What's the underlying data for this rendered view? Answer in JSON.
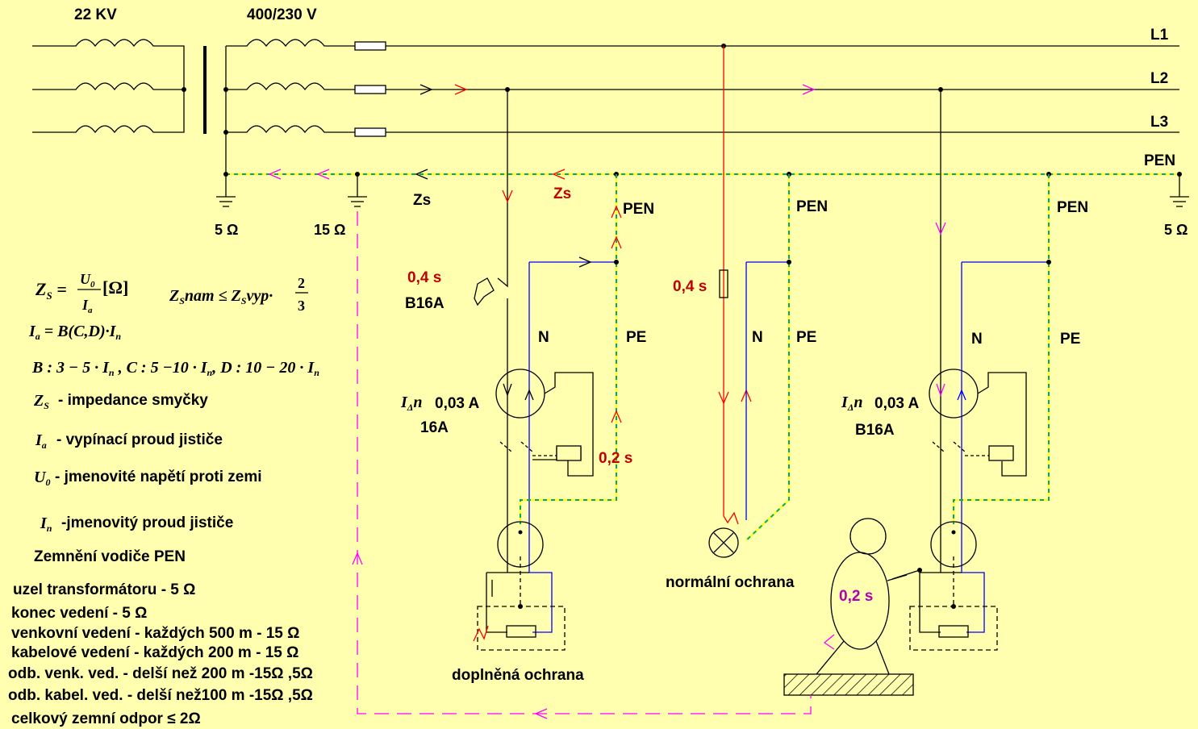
{
  "header": {
    "primary_voltage": "22 KV",
    "secondary_voltage": "400/230 V"
  },
  "lines": {
    "l1": "L1",
    "l2": "L2",
    "l3": "L3",
    "pen": "PEN"
  },
  "earthing": {
    "r_transformer": "5 Ω",
    "r_line": "15 Ω",
    "r_end": "5 Ω"
  },
  "loop": {
    "zs_black": "Zs",
    "zs_red": "Zs"
  },
  "branches": {
    "pen_label": "PEN",
    "n_label": "N",
    "pe_label": "PE",
    "b1_time": "0,4 s",
    "b1_breaker": "B16A",
    "b1_rcd": "0,03 A",
    "b1_rcd_rating": "16A",
    "b1_rcd_time": "0,2 s",
    "b1_caption": "doplněná ochrana",
    "b2_time": "0,4 s",
    "b2_caption": "normální ochrana",
    "b3_rcd": "0,03 A",
    "b3_rcd_rating": "B16A",
    "person_time": "0,2 s"
  },
  "legend": {
    "zs_def": "- impedance smyčky",
    "ia_def": "- vypínací proud jističe",
    "u0_def": "- jmenovité napětí proti zemi",
    "in_def": "-jmenovitý proud jističe",
    "pen_heading": "Zemnění vodiče PEN",
    "items": [
      "uzel transformátoru - 5 Ω",
      "konec vedení - 5 Ω",
      "venkovní vedení - každých 500 m - 15 Ω",
      "kabelové vedení - každých 200 m - 15 Ω",
      "odb. venk. ved. - delší než 200 m -15Ω ,5Ω",
      "odb. kabel. ved. - delší než100 m -15Ω ,5Ω",
      "celkový zemní odpor ≤ 2Ω"
    ]
  },
  "colors": {
    "background": "#FFFFAF",
    "pen_dash_a": "#00B050",
    "pen_dash_b": "#FFFF00",
    "n_wire": "#0000FF",
    "fault_path": "#FF0000",
    "person_path": "#FF00FF"
  }
}
